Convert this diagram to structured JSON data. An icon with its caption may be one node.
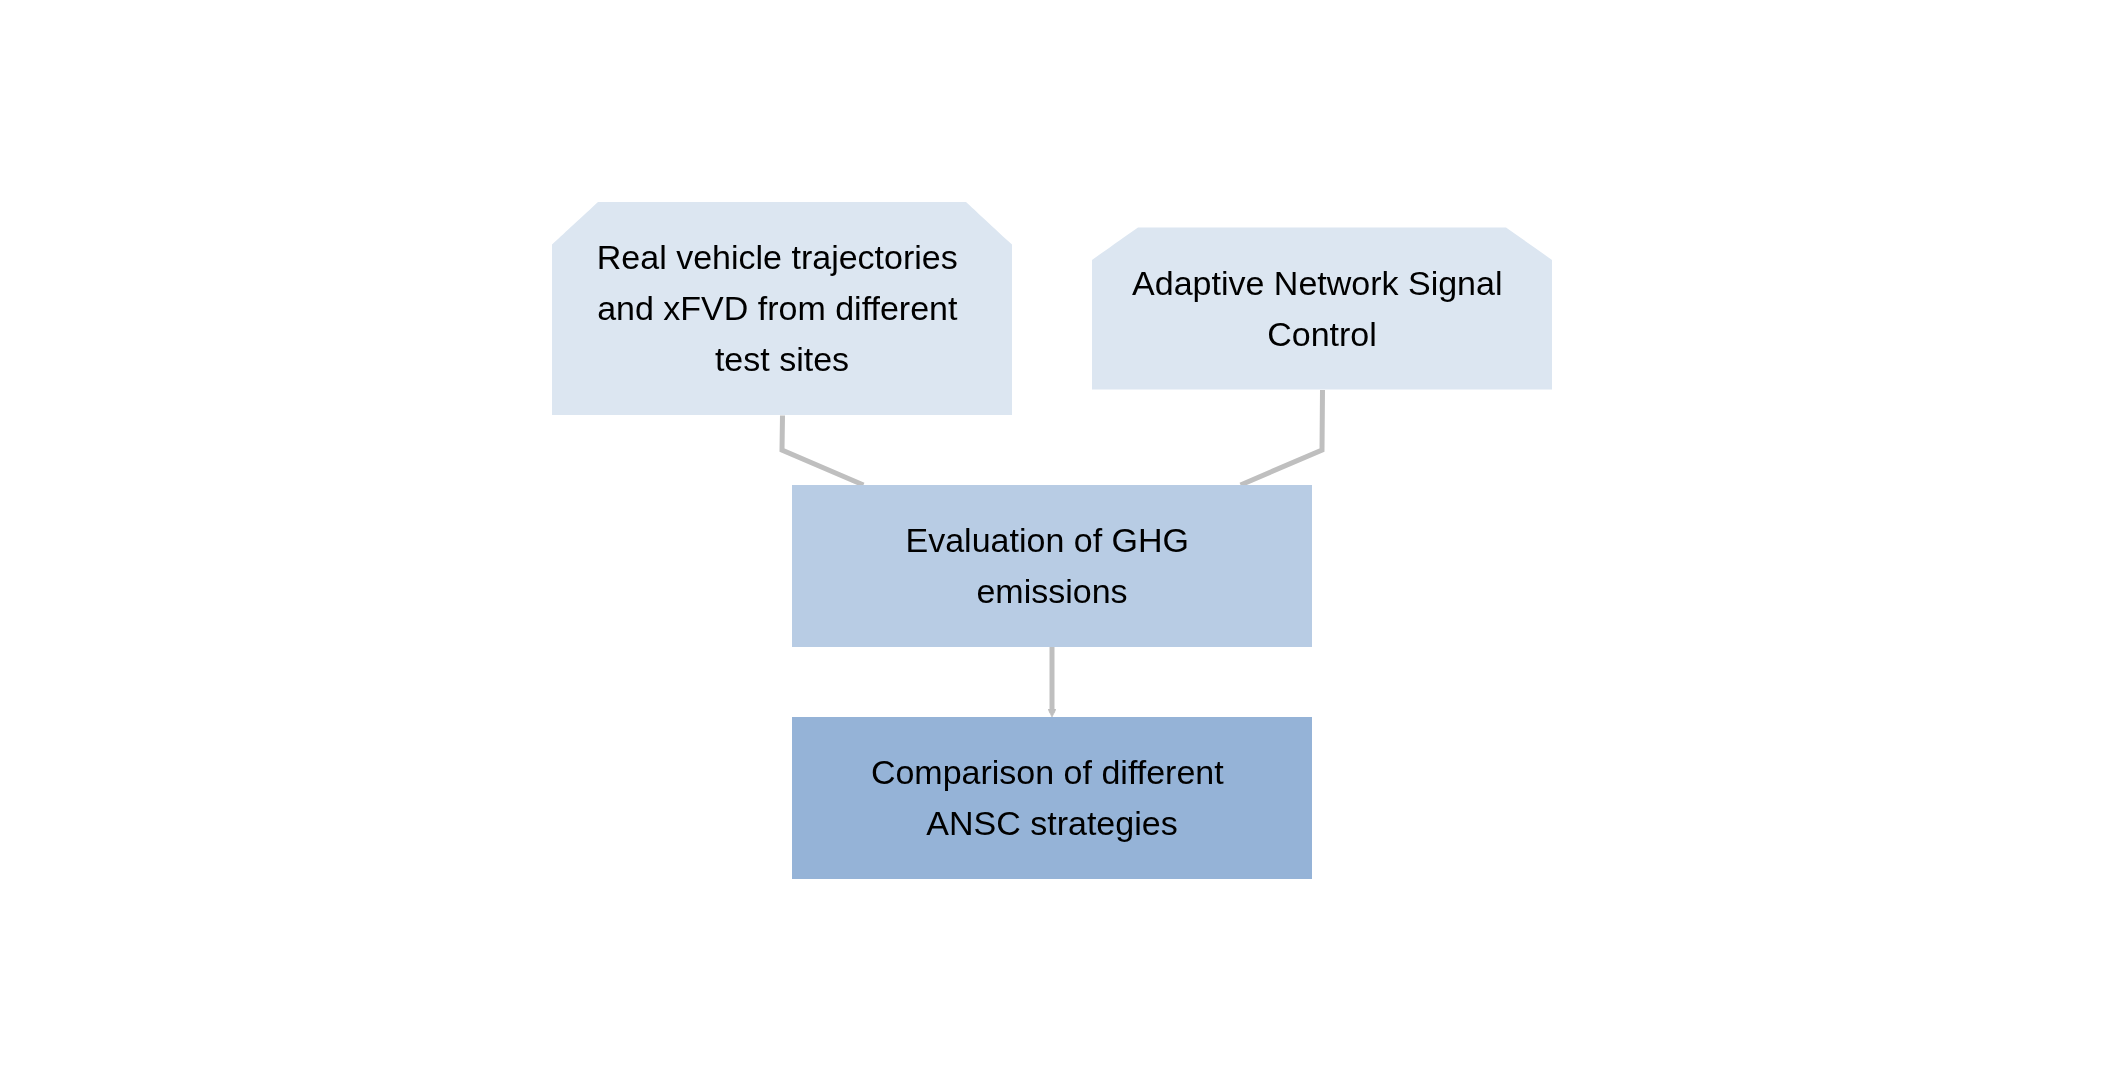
{
  "diagram": {
    "nodes": [
      {
        "text": [
          "Real vehicle trajectories and xFVD from different test sites"
        ]
      },
      {
        "text": [
          "Adaptive Network Signal Control"
        ]
      },
      {
        "text": [
          "Evaluation of GHG emissions"
        ]
      },
      {
        "text": [
          "Comparison of different ANSC strategies"
        ]
      }
    ],
    "edges": [
      {
        "from": 0,
        "to": 2,
        "arrow": "none"
      },
      {
        "from": 1,
        "to": 2,
        "arrow": "none"
      },
      {
        "from": 2,
        "to": 3,
        "arrow": "to"
      }
    ]
  }
}
